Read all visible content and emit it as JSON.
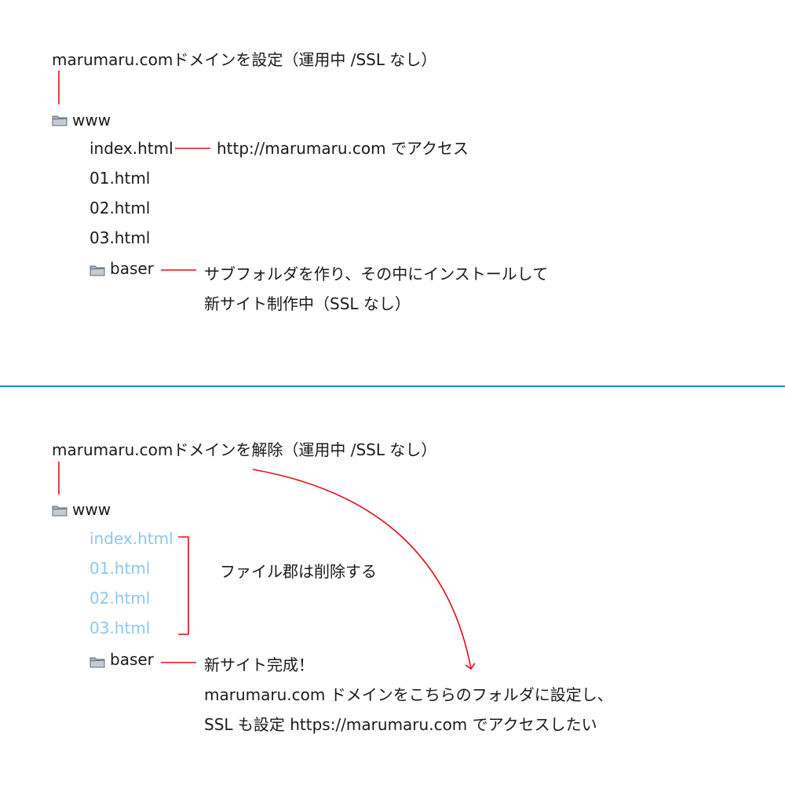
{
  "top": {
    "root_title": "marumaru.comドメインを設定（運用中 /SSL なし）",
    "folder_www": "www",
    "files": [
      "index.html",
      "01.html",
      "02.html",
      "03.html"
    ],
    "folder_baser": "baser",
    "note_index": "http://marumaru.com でアクセス",
    "note_baser_1": "サブフォルダを作り、その中にインストールして",
    "note_baser_2": "新サイト制作中（SSL なし）"
  },
  "bottom": {
    "root_title": "marumaru.comドメインを解除（運用中 /SSL なし）",
    "folder_www": "www",
    "files": [
      "index.html",
      "01.html",
      "02.html",
      "03.html"
    ],
    "folder_baser": "baser",
    "note_files": "ファイル郡は削除する",
    "note_baser_1": "新サイト完成！",
    "note_baser_2": "marumaru.com ドメインをこちらのフォルダに設定し、",
    "note_baser_3": "SSL も設定 https://marumaru.com でアクセスしたい"
  },
  "colors": {
    "connector": "#e0101a",
    "divider": "#1c8fd6",
    "faded_text": "#8ec8ea",
    "text": "#1a1a1a"
  },
  "icons": {
    "folder": "folder-icon"
  }
}
